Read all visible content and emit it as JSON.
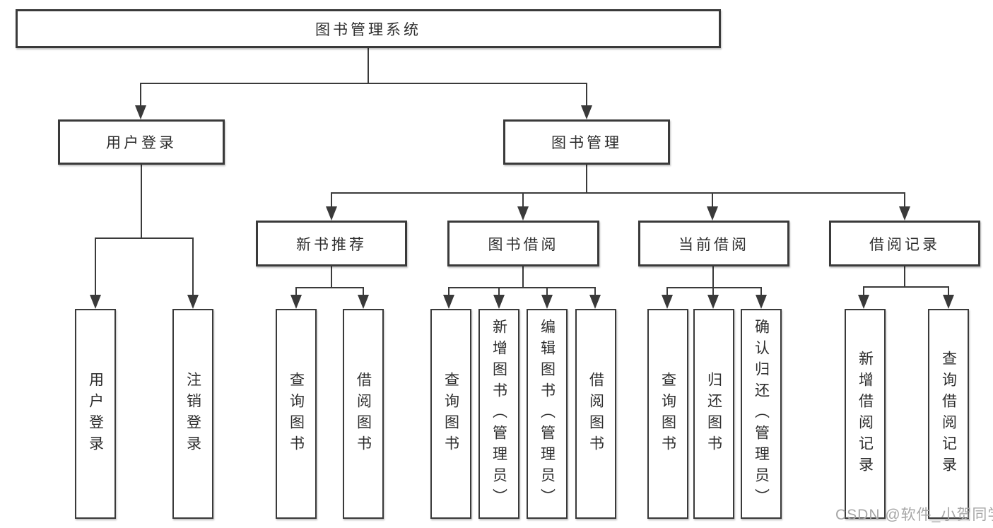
{
  "diagram": {
    "root": {
      "label": "图书管理系统"
    },
    "level2": {
      "user_login": {
        "label": "用户登录"
      },
      "book_mgmt": {
        "label": "图书管理"
      }
    },
    "level3": {
      "new_books": {
        "label": "新书推荐"
      },
      "book_borrow": {
        "label": "图书借阅"
      },
      "current_borrow": {
        "label": "当前借阅"
      },
      "borrow_records": {
        "label": "借阅记录"
      }
    },
    "leaves": {
      "user_login": [
        "用户登录",
        "注销登录"
      ],
      "new_books": [
        "查询图书",
        "借阅图书"
      ],
      "book_borrow": [
        "查询图书",
        "新增图书（管理员）",
        "编辑图书（管理员）",
        "借阅图书"
      ],
      "current_borrow": [
        "查询图书",
        "归还图书",
        "确认归还（管理员）"
      ],
      "borrow_records": [
        "新增借阅记录",
        "查询借阅记录"
      ]
    }
  },
  "watermark": "CSDN @软件_小贺同学"
}
